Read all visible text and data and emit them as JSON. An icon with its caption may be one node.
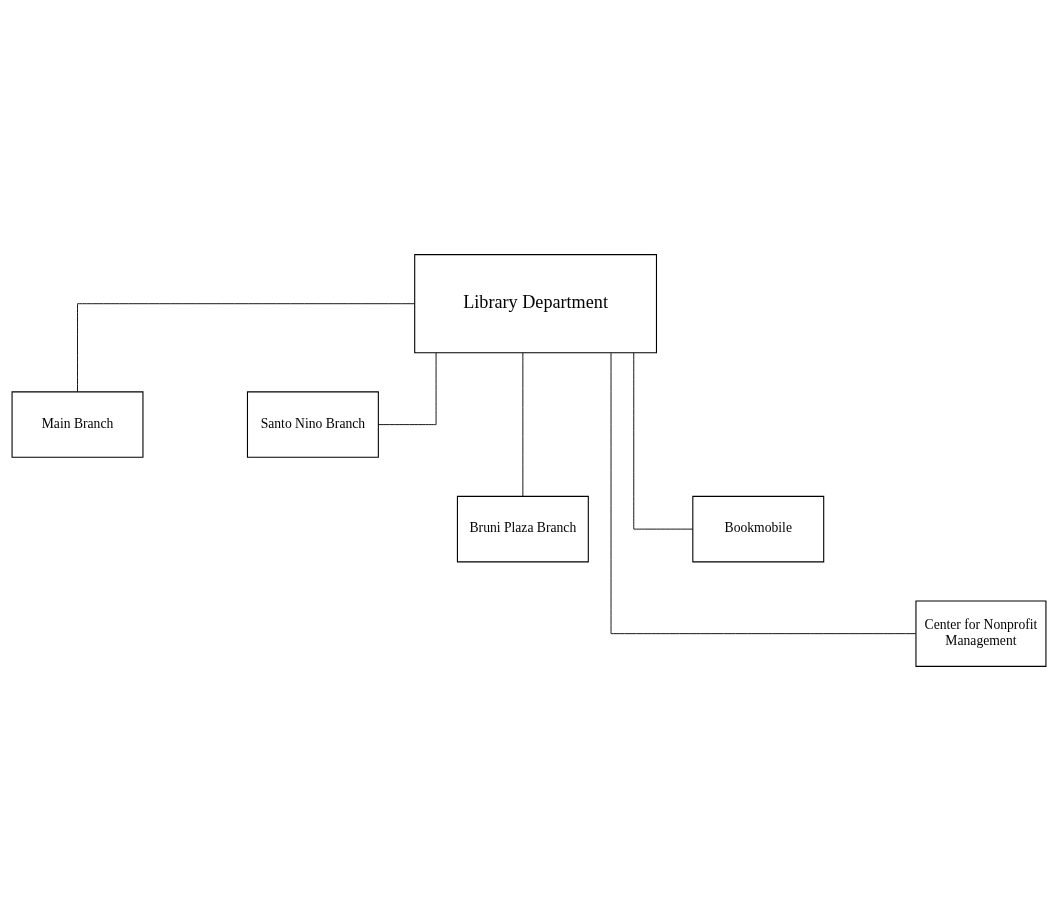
{
  "diagram": {
    "nodes": [
      {
        "text": [
          "Library Department"
        ]
      },
      {
        "text": [
          "Main Branch"
        ]
      },
      {
        "text": [
          "Santo Nino Branch"
        ]
      },
      {
        "text": [
          "Bruni Plaza Branch"
        ]
      },
      {
        "text": [
          "Bookmobile"
        ]
      },
      {
        "text": [
          "Center for Nonprofit Management"
        ]
      }
    ],
    "edges": [
      {
        "from": 0,
        "to": 1,
        "arrow": "none"
      },
      {
        "from": 0,
        "to": 2,
        "arrow": "none"
      },
      {
        "from": 0,
        "to": 3,
        "arrow": "none"
      },
      {
        "from": 0,
        "to": 4,
        "arrow": "none"
      },
      {
        "from": 0,
        "to": 5,
        "arrow": "none"
      }
    ]
  }
}
